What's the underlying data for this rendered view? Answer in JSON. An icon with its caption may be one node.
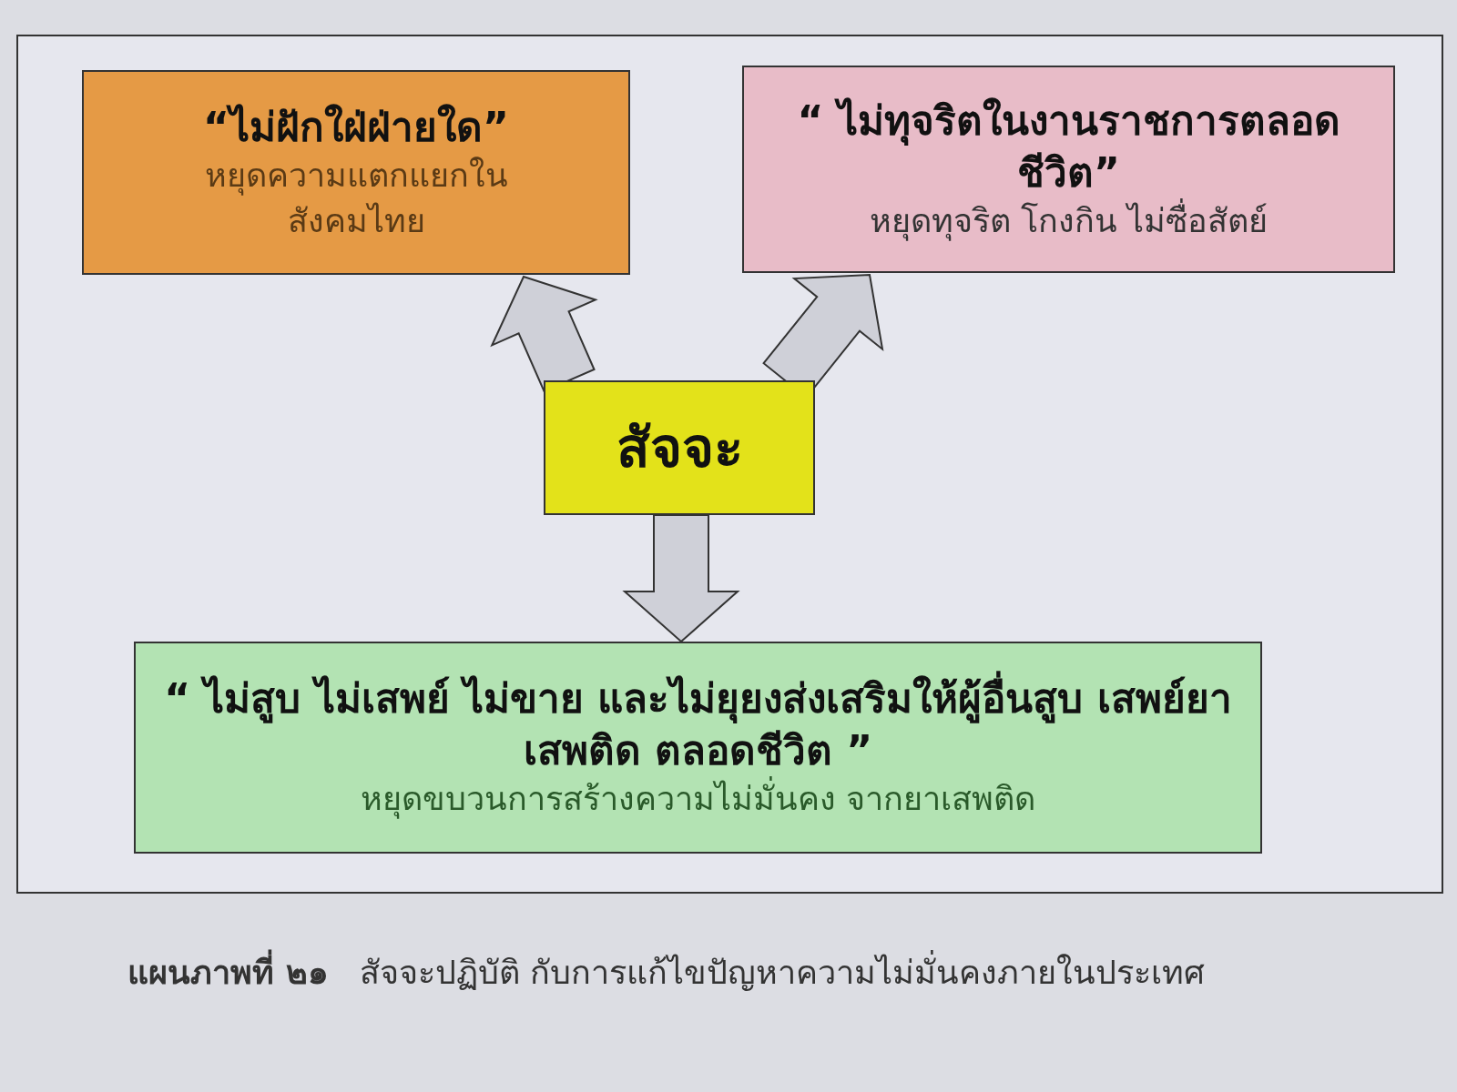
{
  "diagram": {
    "nodes": [
      {
        "text": [
          "“ไม่ฝักใฝ่ฝ่ายใด”",
          "หยุดความแตกแยกในสังคมไทย"
        ]
      },
      {
        "text": [
          "“ ไม่ทุจริตในงานราชการตลอดชีวิต”",
          "หยุดทุจริต โกงกิน ไม่ซื่อสัตย์"
        ]
      },
      {
        "text": [
          "สัจจะ"
        ]
      },
      {
        "text": [
          "“ ไม่สูบ ไม่เสพย์ ไม่ขาย และไม่ยุยงส่งเสริมให้ผู้อื่นสูบ เสพย์ยาเสพติด ตลอดชีวิต ”",
          "หยุดขบวนการสร้างความไม่มั่นคง จากยาเสพติด"
        ]
      }
    ],
    "edges": [
      {
        "from": 2,
        "to": 0,
        "arrow": "to"
      },
      {
        "from": 2,
        "to": 1,
        "arrow": "to"
      },
      {
        "from": 2,
        "to": 3,
        "arrow": "to"
      }
    ],
    "caption": "**แผนภาพที่ ๒๑**   สัจจะปฏิบัติ กับการแก้ไขปัญหาความไม่มั่นคงภายในประเทศ"
  }
}
